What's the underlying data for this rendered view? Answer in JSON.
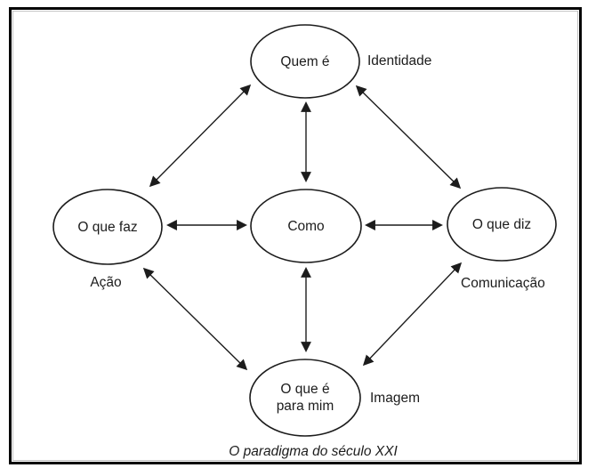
{
  "diagram": {
    "nodes": {
      "top": {
        "label": "Quem é",
        "tag": "Identidade"
      },
      "left": {
        "label": "O que faz",
        "tag": "Ação"
      },
      "center": {
        "label": "Como"
      },
      "right": {
        "label": "O que diz",
        "tag": "Comunicação"
      },
      "bottom": {
        "label_line1": "O que é",
        "label_line2": "para mim",
        "tag": "Imagem"
      }
    },
    "caption": "O paradigma do século XXI",
    "colors": {
      "ink": "#1c1c1c",
      "background": "#ffffff",
      "frame_border": "#060606",
      "frame_hairline": "#c2c2c2"
    }
  }
}
